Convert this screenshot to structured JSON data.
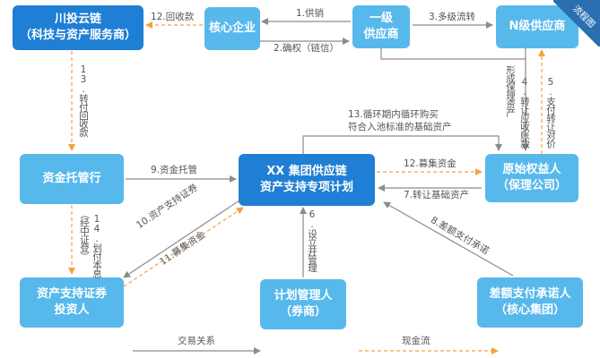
{
  "nodes": {
    "chuantou": [
      "川投云链",
      "（科技与资产服务商）"
    ],
    "core": [
      "核心企业"
    ],
    "tier1": [
      "一级",
      "供应商"
    ],
    "tiern": [
      "N级供应商"
    ],
    "custodian": [
      "资金托管行"
    ],
    "plan": [
      "XX 集团供应链",
      "资产支持专项计划"
    ],
    "originator": [
      "原始权益人",
      "（保理公司）"
    ],
    "investor": [
      "资产支持证券",
      "投资人"
    ],
    "manager": [
      "计划管理人",
      "（券商）"
    ],
    "guarantor": [
      "差额支付承诺人",
      "（核心集团）"
    ]
  },
  "edges": {
    "e1": "1.供销",
    "e2": "2.确权（链信）",
    "e3": "3.多级流转",
    "e4": "4.转让应收账款",
    "e4b": "形成保理资产",
    "e5": "5.支付转让对价",
    "e6": "6.设立并管理",
    "e7": "7.转让基础资产",
    "e8": "8.差额支付承诺",
    "e9": "9.资金托管",
    "e10": "10.资产支持证券",
    "e11": "11.募集资金",
    "e12a": "12.回收款",
    "e12b": "12.募集资金",
    "e13a": "13.转付回收款",
    "e13b_1": "13.循环期内循环购买",
    "e13b_2": "符合入池标准的基础资产",
    "e14": "14.划付本息",
    "e14b": "（经中证登）"
  },
  "legend": {
    "trade": "交易关系",
    "cash": "现金流"
  },
  "corner": "流程图",
  "colors": {
    "trade_line": "#8c8c8c",
    "cash_line": "#f5a142",
    "node_light": "#57b8ec",
    "node_dark": "#1f7fd4"
  }
}
